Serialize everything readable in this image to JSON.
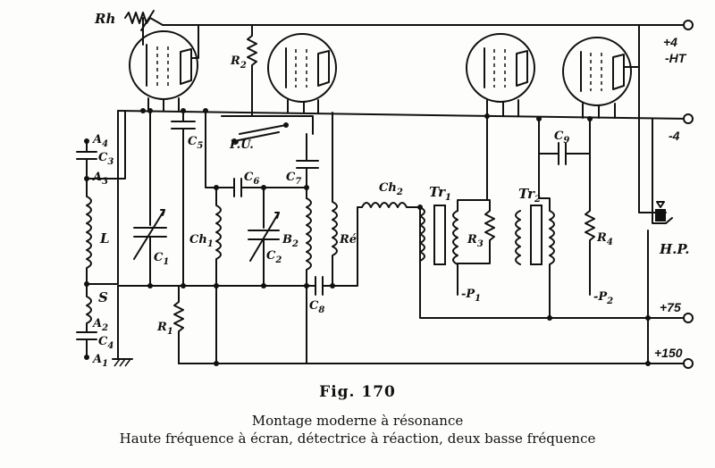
{
  "figure": {
    "title": "Fig. 170",
    "caption_line1": "Montage moderne à résonance",
    "caption_line2": "Haute fréquence à écran, détectrice à réaction, deux basse fréquence"
  },
  "labels": {
    "rh": "Rh",
    "r2": "R",
    "r2_sub": "2",
    "c5": "C",
    "c5_sub": "5",
    "pu": "P.U.",
    "c6": "C",
    "c6_sub": "6",
    "c7": "C",
    "c7_sub": "7",
    "ch": "Ch",
    "ch_sub": "1",
    "c2": "C",
    "c2_sub": "2",
    "b2": "B",
    "b2_sub": "2",
    "re": "Ré",
    "c8": "C",
    "c8_sub": "8",
    "ch2": "Ch",
    "ch2_sub": "2",
    "tr1": "Tr",
    "tr1_sub": "1",
    "r3": "R",
    "r3_sub": "3",
    "p1": "-P",
    "p1_sub": "1",
    "tr2": "Tr",
    "tr2_sub": "2",
    "c9": "C",
    "c9_sub": "9",
    "r4": "R",
    "r4_sub": "4",
    "p2": "-P",
    "p2_sub": "2",
    "a4": "A",
    "a4_sub": "4",
    "c3": "C",
    "c3_sub": "3",
    "a3": "A",
    "a3_sub": "3",
    "l": "L",
    "c1": "C",
    "c1_sub": "1",
    "s": "S",
    "a2": "A",
    "a2_sub": "2",
    "c4": "C",
    "c4_sub": "4",
    "a1": "A",
    "a1_sub": "1",
    "r1": "R",
    "r1_sub": "1",
    "hp": "H.P."
  },
  "terminals": {
    "plus4": "+4",
    "minus_ht": "-HT",
    "minus4": "-4",
    "plus75": "+75",
    "plus150": "+150"
  }
}
